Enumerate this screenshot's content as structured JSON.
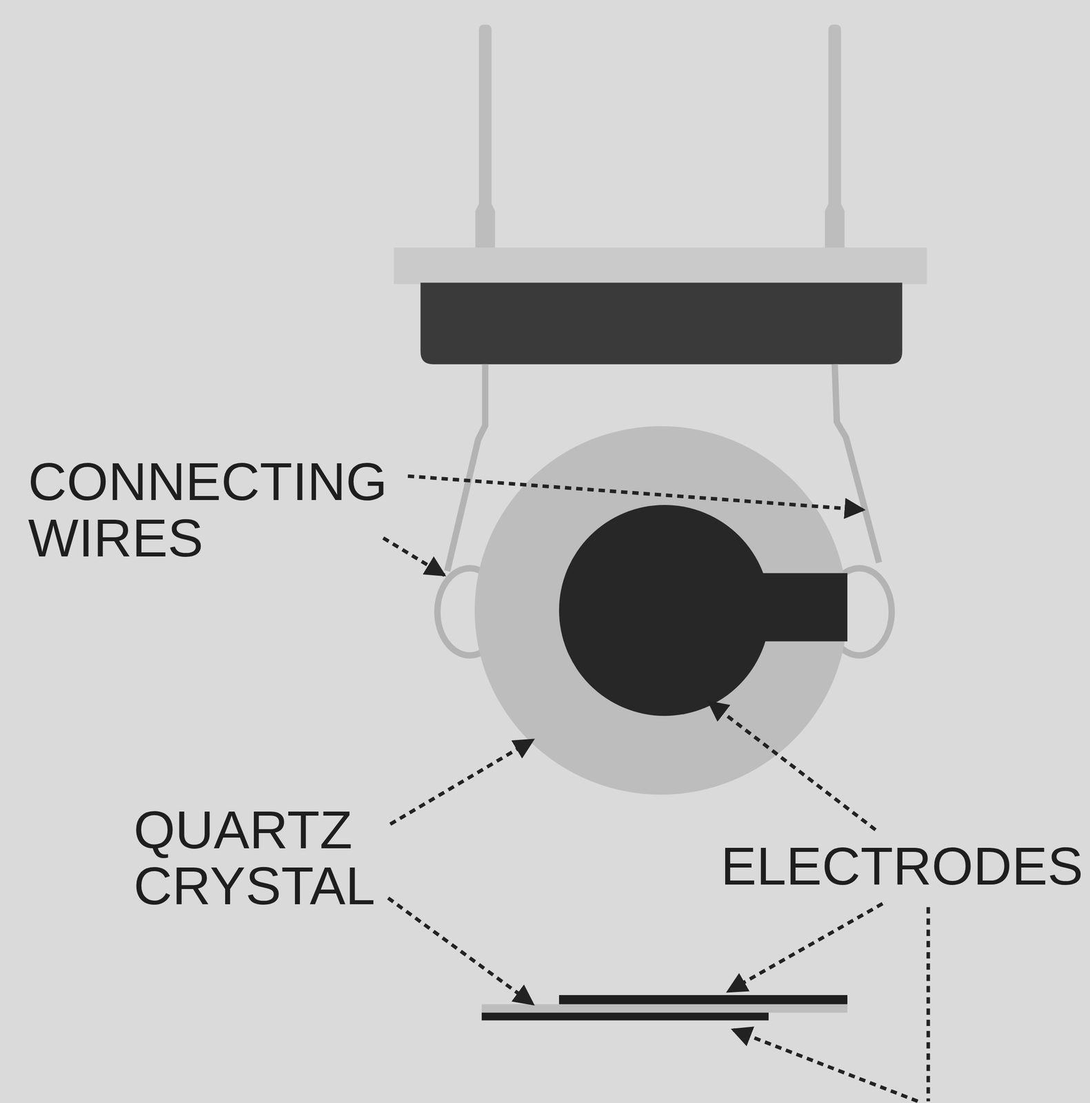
{
  "diagram": {
    "labels": [
      "CONNECTING WIRES",
      "QUARTZ CRYSTAL",
      "ELECTRODES"
    ]
  }
}
